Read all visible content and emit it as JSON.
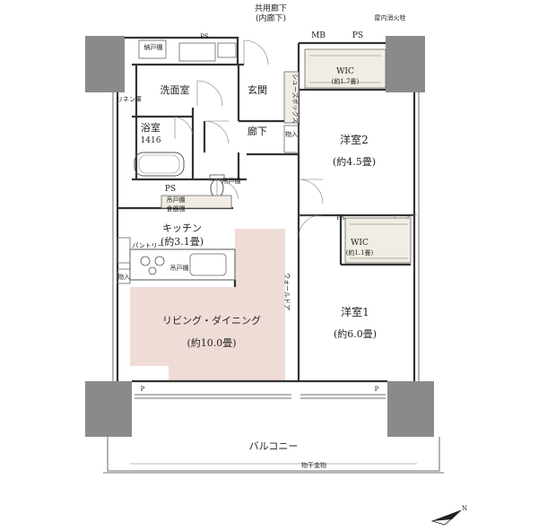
{
  "corridor": {
    "line1": "共用廊下",
    "line2": "(内廊下)"
  },
  "hydrant": "屋内消火栓",
  "rooms": {
    "storage_top": "納戸棚",
    "ps_top": "PS",
    "mb": "MB",
    "ps_mb": "PS",
    "washroom": "洗面室",
    "linen": "リネン庫",
    "entrance": "玄関",
    "shoebox": "シューズボックス",
    "wic1_name": "WIC",
    "wic1_size": "(約1.7畳)",
    "bath_name": "浴室",
    "bath_size": "1416",
    "hall": "廊下",
    "closet": "物入",
    "room2_name": "洋室2",
    "room2_size": "(約4.5畳)",
    "ps_kitchen": "PS",
    "hanging1": "吊戸棚",
    "hanging2": "食器棚",
    "hanging3": "吊戸棚",
    "kitchen_name": "キッチン",
    "kitchen_size": "(約3.1畳)",
    "ps_wic2": "PS",
    "wic2_name": "WIC",
    "wic2_size": "(約1.1畳)",
    "pantry": "パントリー",
    "hanging_counter": "吊戸棚",
    "closet2": "物入",
    "wall_door": "ウォールドア",
    "living_name": "リビング・ダイニング",
    "living_size": "(約10.0畳)",
    "room1_name": "洋室1",
    "room1_size": "(約6.0畳)",
    "p_left": "P",
    "p_right": "P",
    "balcony": "バルコニー",
    "drying": "物干金物"
  },
  "compass": "N",
  "colors": {
    "living_floor": "#f0dcd7",
    "pillar": "#8a8a8a",
    "wic_fill": "#f2ede4",
    "wall": "#333333"
  }
}
